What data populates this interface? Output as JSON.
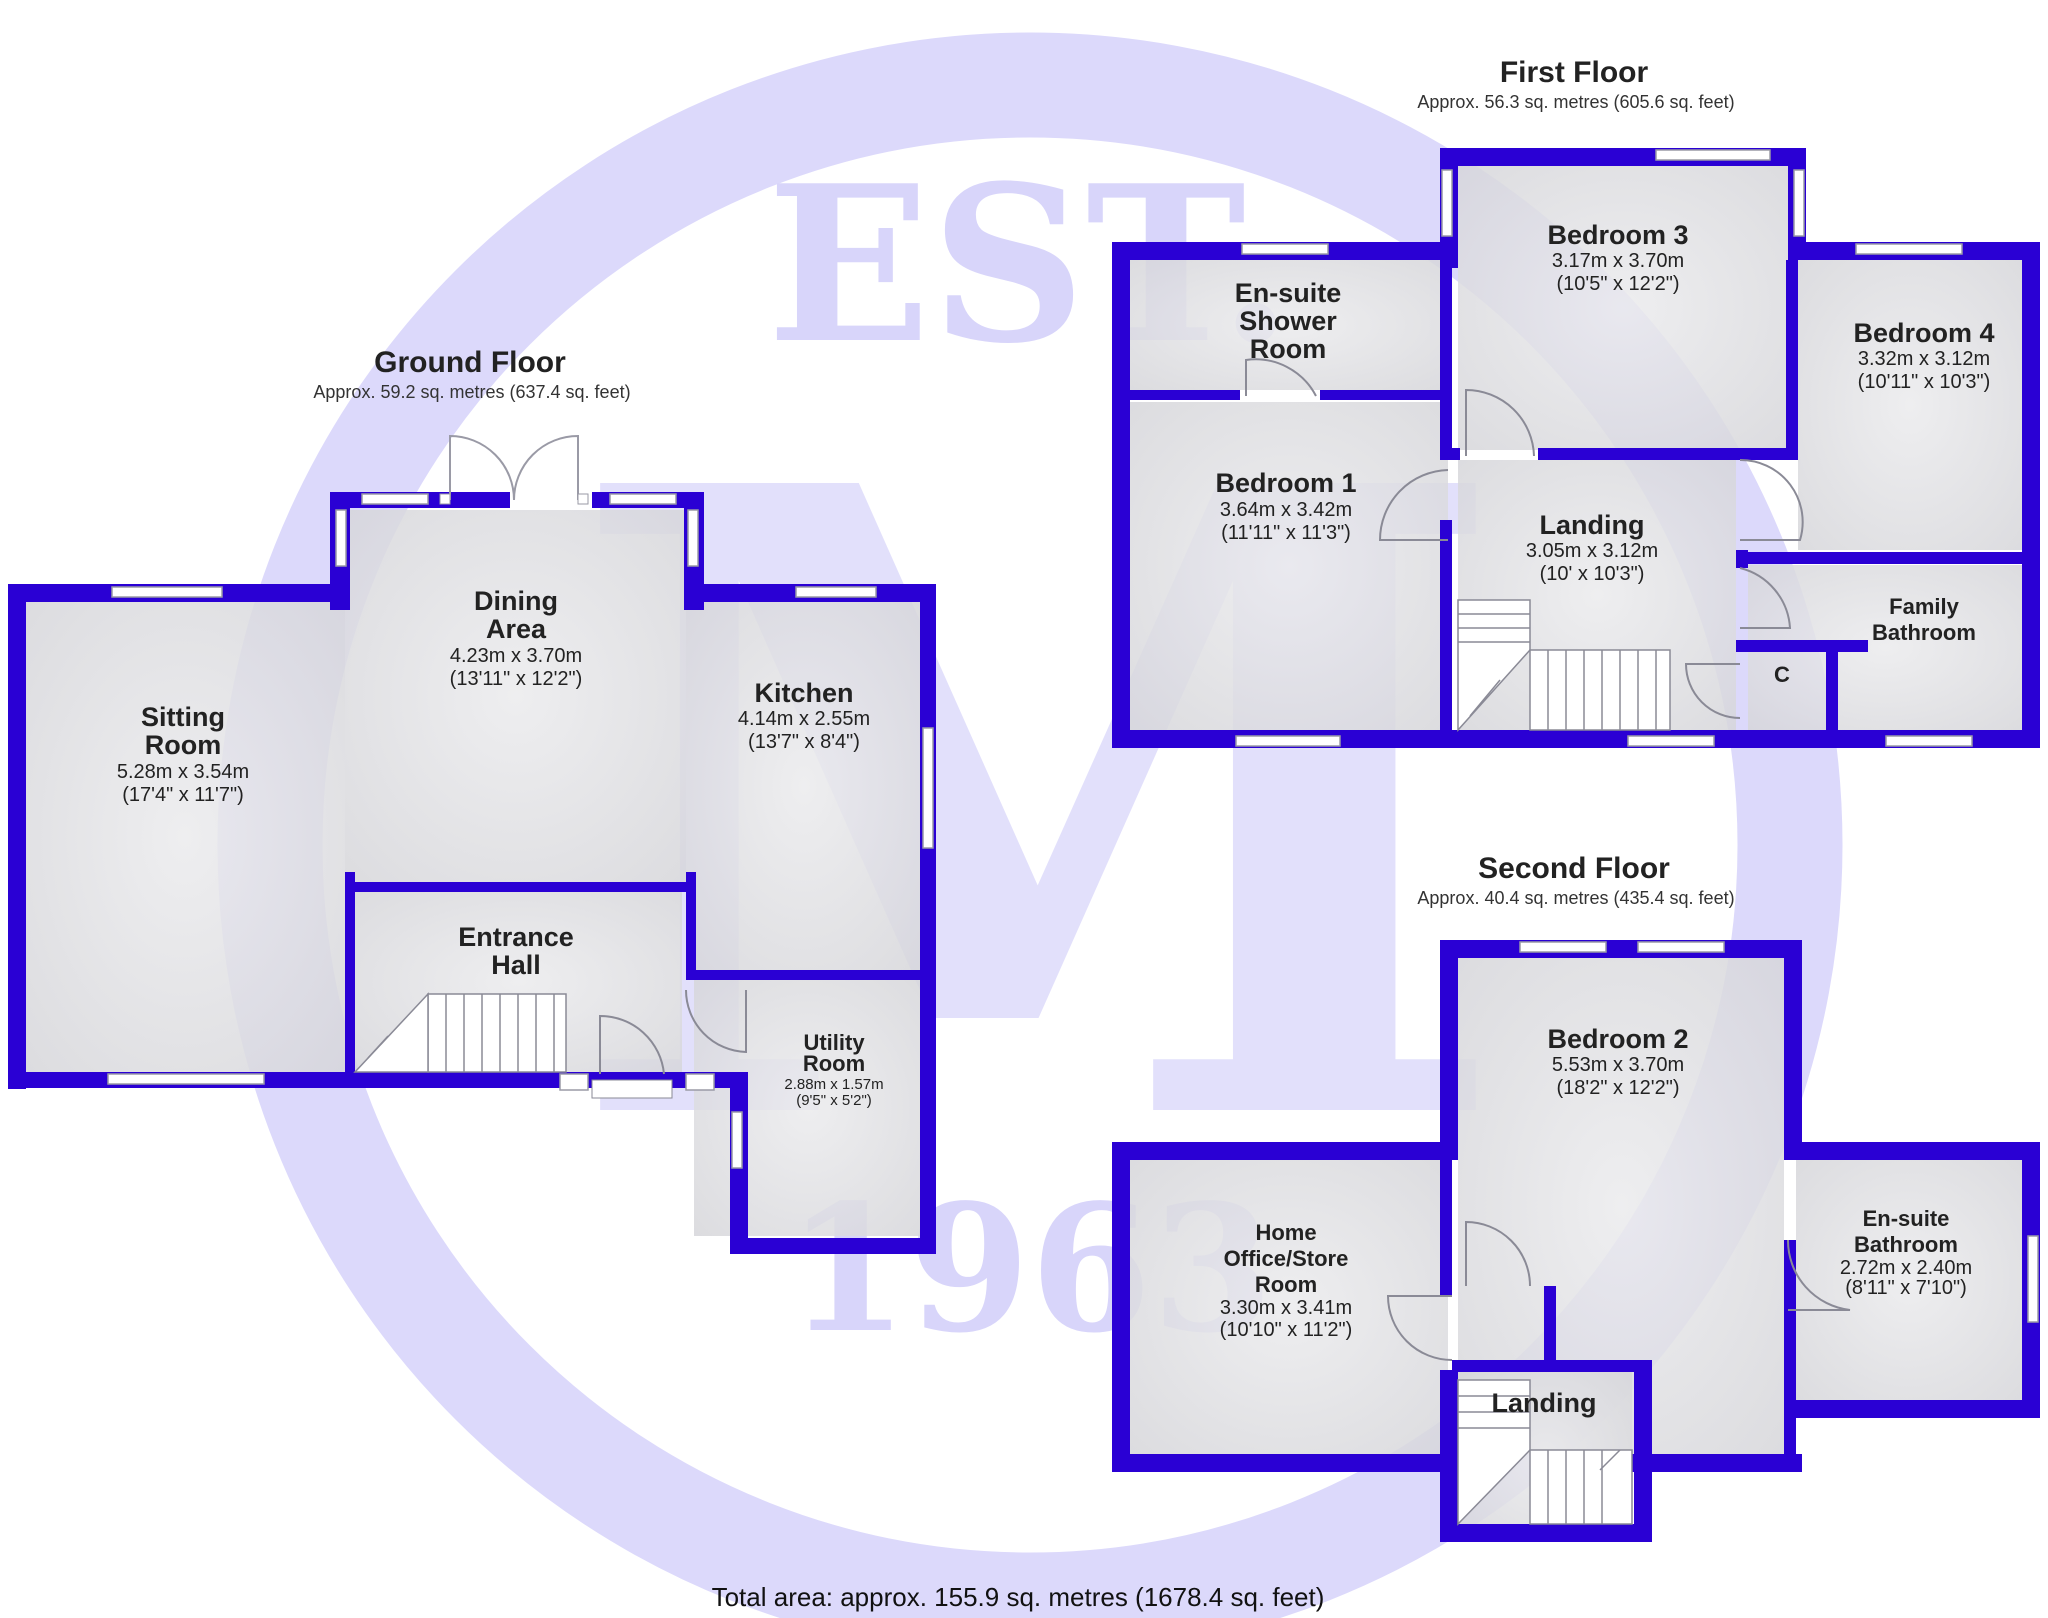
{
  "watermark": {
    "est": "EST.",
    "year": "1963",
    "letter": "M",
    "color": "#d9d6fa"
  },
  "colors": {
    "wall": "#2a00d4",
    "floor": "#e4e4e6",
    "window": "#ffffff"
  },
  "floors": {
    "ground": {
      "title": "Ground Floor",
      "area": "Approx. 59.2 sq. metres (637.4 sq. feet)"
    },
    "first": {
      "title": "First Floor",
      "area": "Approx. 56.3 sq. metres (605.6 sq. feet)"
    },
    "second": {
      "title": "Second Floor",
      "area": "Approx. 40.4 sq. metres (435.4 sq. feet)"
    }
  },
  "rooms": {
    "sitting": {
      "name1": "Sitting",
      "name2": "Room",
      "metric": "5.28m x 3.54m",
      "imperial": "(17'4\" x 11'7\")"
    },
    "dining": {
      "name1": "Dining",
      "name2": "Area",
      "metric": "4.23m x 3.70m",
      "imperial": "(13'11\" x 12'2\")"
    },
    "kitchen": {
      "name": "Kitchen",
      "metric": "4.14m x 2.55m",
      "imperial": "(13'7\" x 8'4\")"
    },
    "entrance": {
      "name1": "Entrance",
      "name2": "Hall"
    },
    "utility": {
      "name1": "Utility",
      "name2": "Room",
      "metric": "2.88m x 1.57m",
      "imperial": "(9'5\" x 5'2\")"
    },
    "ensuite_shower": {
      "name1": "En-suite",
      "name2": "Shower",
      "name3": "Room"
    },
    "bedroom3": {
      "name": "Bedroom 3",
      "metric": "3.17m x 3.70m",
      "imperial": "(10'5\" x 12'2\")"
    },
    "bedroom4": {
      "name": "Bedroom 4",
      "metric": "3.32m x 3.12m",
      "imperial": "(10'11\" x 10'3\")"
    },
    "bedroom1": {
      "name": "Bedroom 1",
      "metric": "3.64m x 3.42m",
      "imperial": "(11'11\" x 11'3\")"
    },
    "landing1": {
      "name": "Landing",
      "metric": "3.05m x 3.12m",
      "imperial": "(10' x 10'3\")"
    },
    "family_bath": {
      "name1": "Family",
      "name2": "Bathroom"
    },
    "cupboard": {
      "name": "C"
    },
    "bedroom2": {
      "name": "Bedroom 2",
      "metric": "5.53m x 3.70m",
      "imperial": "(18'2\" x 12'2\")"
    },
    "home_office": {
      "name1": "Home",
      "name2": "Office/Store",
      "name3": "Room",
      "metric": "3.30m x 3.41m",
      "imperial": "(10'10\" x 11'2\")"
    },
    "ensuite_bath": {
      "name1": "En-suite",
      "name2": "Bathroom",
      "metric": "2.72m x 2.40m",
      "imperial": "(8'11\" x 7'10\")"
    },
    "landing2": {
      "name": "Landing"
    }
  },
  "total": "Total area: approx. 155.9 sq. metres (1678.4 sq. feet)"
}
